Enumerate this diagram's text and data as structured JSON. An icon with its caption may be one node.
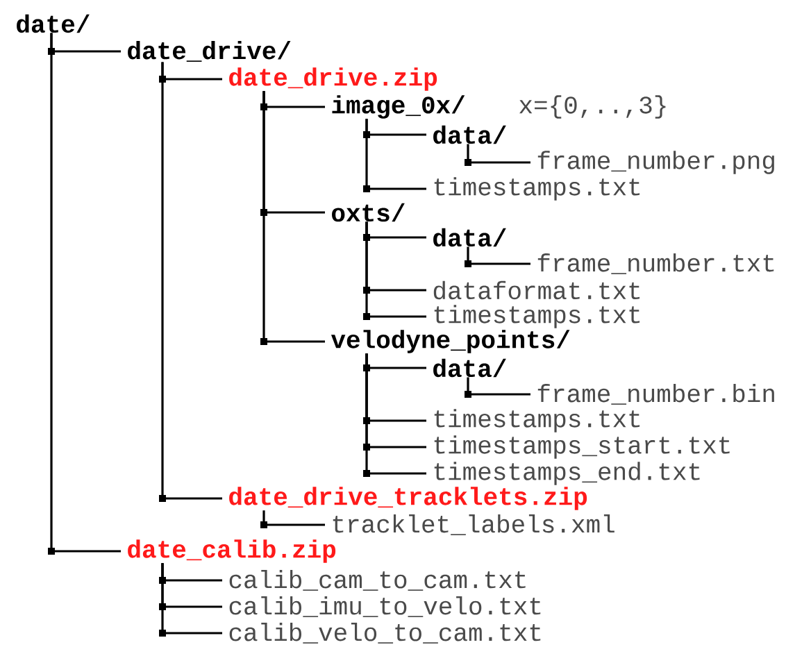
{
  "diagram": {
    "nodes": [
      {
        "text": [
          "date/"
        ]
      },
      {
        "text": [
          "date_drive/"
        ]
      },
      {
        "text": [
          "date_drive.zip"
        ]
      },
      {
        "text": [
          "image_0x/"
        ]
      },
      {
        "text": [
          "data/"
        ]
      },
      {
        "text": [
          "frame_number.png"
        ]
      },
      {
        "text": [
          "timestamps.txt"
        ]
      },
      {
        "text": [
          "oxts/"
        ]
      },
      {
        "text": [
          "data/"
        ]
      },
      {
        "text": [
          "frame_number.txt"
        ]
      },
      {
        "text": [
          "dataformat.txt"
        ]
      },
      {
        "text": [
          "timestamps.txt"
        ]
      },
      {
        "text": [
          "velodyne_points/"
        ]
      },
      {
        "text": [
          "data/"
        ]
      },
      {
        "text": [
          "frame_number.bin"
        ]
      },
      {
        "text": [
          "timestamps.txt"
        ]
      },
      {
        "text": [
          "timestamps_start.txt"
        ]
      },
      {
        "text": [
          "timestamps_end.txt"
        ]
      },
      {
        "text": [
          "date_drive_tracklets.zip"
        ]
      },
      {
        "text": [
          "tracklet_labels.xml"
        ]
      },
      {
        "text": [
          "date_calib.zip"
        ]
      },
      {
        "text": [
          "calib_cam_to_cam.txt"
        ]
      },
      {
        "text": [
          "calib_imu_to_velo.txt"
        ]
      },
      {
        "text": [
          "calib_velo_to_cam.txt"
        ]
      }
    ],
    "edges": [
      {
        "from": 0,
        "to": 1,
        "arrow": "none"
      },
      {
        "from": 1,
        "to": 2,
        "arrow": "none"
      },
      {
        "from": 2,
        "to": 3,
        "arrow": "none"
      },
      {
        "from": 3,
        "to": 4,
        "arrow": "none"
      },
      {
        "from": 4,
        "to": 5,
        "arrow": "none"
      },
      {
        "from": 3,
        "to": 6,
        "arrow": "none"
      },
      {
        "from": 2,
        "to": 7,
        "arrow": "none"
      },
      {
        "from": 7,
        "to": 8,
        "arrow": "none"
      },
      {
        "from": 8,
        "to": 9,
        "arrow": "none"
      },
      {
        "from": 7,
        "to": 10,
        "arrow": "none"
      },
      {
        "from": 7,
        "to": 11,
        "arrow": "none"
      },
      {
        "from": 2,
        "to": 12,
        "arrow": "none"
      },
      {
        "from": 12,
        "to": 13,
        "arrow": "none"
      },
      {
        "from": 13,
        "to": 14,
        "arrow": "none"
      },
      {
        "from": 12,
        "to": 15,
        "arrow": "none"
      },
      {
        "from": 12,
        "to": 16,
        "arrow": "none"
      },
      {
        "from": 12,
        "to": 17,
        "arrow": "none"
      },
      {
        "from": 1,
        "to": 18,
        "arrow": "none"
      },
      {
        "from": 18,
        "to": 19,
        "arrow": "none"
      },
      {
        "from": 0,
        "to": 20,
        "arrow": "none"
      },
      {
        "from": 20,
        "to": 21,
        "arrow": "none"
      },
      {
        "from": 20,
        "to": 22,
        "arrow": "none"
      },
      {
        "from": 20,
        "to": 23,
        "arrow": "none"
      }
    ],
    "labels": [
      "x={0,..,3}"
    ]
  }
}
